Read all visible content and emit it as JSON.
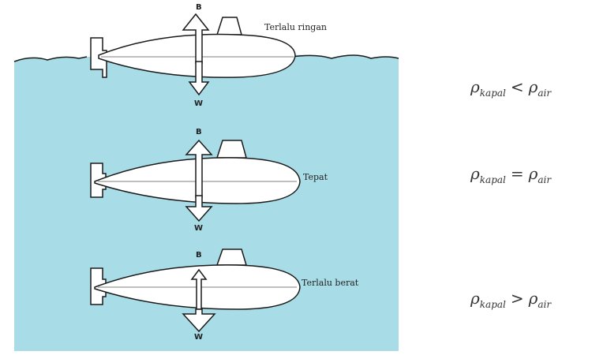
{
  "colors": {
    "water": "#a8dde8",
    "outline": "#1a1a1a",
    "hull": "#ffffff",
    "sky": "#ffffff"
  },
  "submarines": [
    {
      "label": "Terlalu ringan",
      "buoyancy_letter": "B",
      "weight_letter": "W",
      "state": "floating"
    },
    {
      "label": "Tepat",
      "buoyancy_letter": "B",
      "weight_letter": "W",
      "state": "neutral"
    },
    {
      "label": "Terlalu berat",
      "buoyancy_letter": "B",
      "weight_letter": "W",
      "state": "sinking"
    }
  ],
  "formulas": [
    {
      "lhs": "ρ",
      "lhs_sub": "kapal",
      "op": "<",
      "rhs": "ρ",
      "rhs_sub": "air"
    },
    {
      "lhs": "ρ",
      "lhs_sub": "kapal",
      "op": "=",
      "rhs": "ρ",
      "rhs_sub": "air"
    },
    {
      "lhs": "ρ",
      "lhs_sub": "kapal",
      "op": ">",
      "rhs": "ρ",
      "rhs_sub": "air"
    }
  ]
}
